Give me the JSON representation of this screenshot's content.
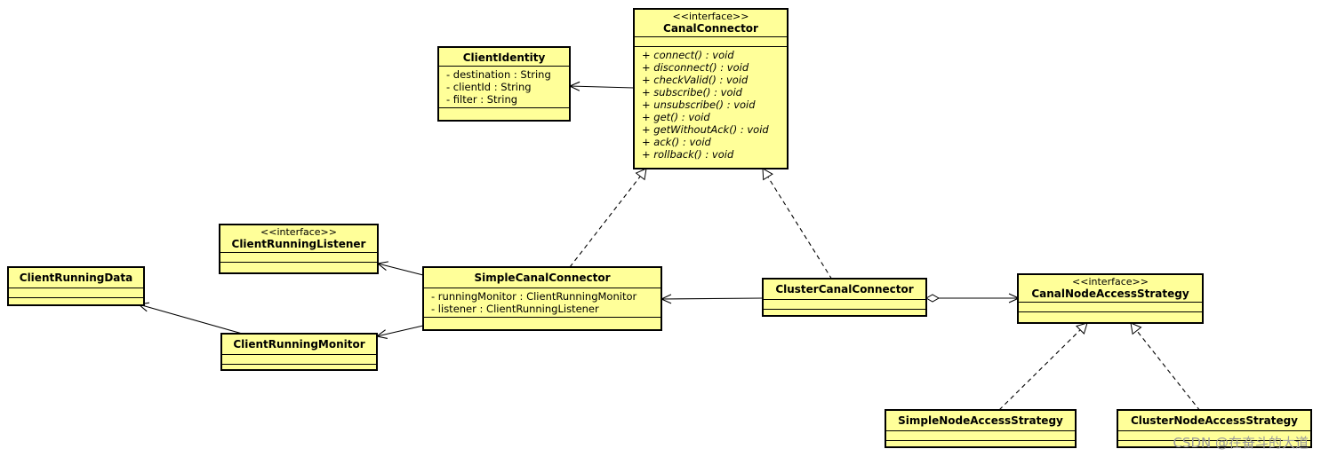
{
  "classes": {
    "canal_connector": {
      "stereotype": "<<interface>>",
      "name": "CanalConnector",
      "operations": [
        "+ connect() : void",
        "+ disconnect() : void",
        "+ checkValid() : void",
        "+ subscribe() : void",
        "+ unsubscribe() : void",
        "+ get() : void",
        "+ getWithoutAck() : void",
        "+ ack() : void",
        "+ rollback() : void"
      ]
    },
    "client_identity": {
      "name": "ClientIdentity",
      "attributes": [
        "- destination : String",
        "- clientId : String",
        "- filter : String"
      ]
    },
    "client_running_listener": {
      "stereotype": "<<interface>>",
      "name": "ClientRunningListener"
    },
    "client_running_data": {
      "name": "ClientRunningData"
    },
    "simple_canal_connector": {
      "name": "SimpleCanalConnector",
      "attributes": [
        "- runningMonitor : ClientRunningMonitor",
        "- listener : ClientRunningListener"
      ]
    },
    "client_running_monitor": {
      "name": "ClientRunningMonitor"
    },
    "cluster_canal_connector": {
      "name": "ClusterCanalConnector"
    },
    "canal_node_access_strategy": {
      "stereotype": "<<interface>>",
      "name": "CanalNodeAccessStrategy"
    },
    "simple_node_access_strategy": {
      "name": "SimpleNodeAccessStrategy"
    },
    "cluster_node_access_strategy": {
      "name": "ClusterNodeAccessStrategy"
    }
  },
  "relationships": [
    {
      "from": "CanalConnector",
      "to": "ClientIdentity",
      "type": "association"
    },
    {
      "from": "SimpleCanalConnector",
      "to": "CanalConnector",
      "type": "realization"
    },
    {
      "from": "ClusterCanalConnector",
      "to": "CanalConnector",
      "type": "realization"
    },
    {
      "from": "SimpleCanalConnector",
      "to": "ClientRunningListener",
      "type": "association"
    },
    {
      "from": "SimpleCanalConnector",
      "to": "ClientRunningMonitor",
      "type": "association"
    },
    {
      "from": "ClientRunningMonitor",
      "to": "ClientRunningData",
      "type": "association"
    },
    {
      "from": "ClusterCanalConnector",
      "to": "SimpleCanalConnector",
      "type": "association"
    },
    {
      "from": "ClusterCanalConnector",
      "to": "CanalNodeAccessStrategy",
      "type": "aggregation"
    },
    {
      "from": "SimpleNodeAccessStrategy",
      "to": "CanalNodeAccessStrategy",
      "type": "realization"
    },
    {
      "from": "ClusterNodeAccessStrategy",
      "to": "CanalNodeAccessStrategy",
      "type": "realization"
    }
  ],
  "colors": {
    "class_fill": "#ffff99",
    "border": "#000000",
    "watermark": "#9a9a9a"
  },
  "watermark": "CSDN @在奋斗的大道"
}
